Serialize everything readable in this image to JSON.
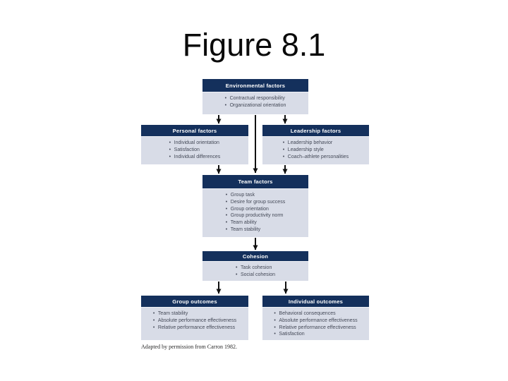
{
  "slide": {
    "title": "Figure 8.1",
    "caption": "Adapted by permission from Carron 1982."
  },
  "diagram": {
    "bullet_glyph": "•",
    "colors": {
      "header_bg": "#14305c",
      "body_bg": "#d8dce7",
      "header_text": "#ffffff",
      "body_text": "#454a58",
      "arrow": "#111111"
    },
    "boxes": {
      "environmental": {
        "title": "Environmental factors",
        "items": [
          "Contractual responsibility",
          "Organizational orientation"
        ]
      },
      "personal": {
        "title": "Personal factors",
        "items": [
          "Individual orientation",
          "Satisfaction",
          "Individual differences"
        ]
      },
      "leadership": {
        "title": "Leadership factors",
        "items": [
          "Leadership behavior",
          "Leadership style",
          "Coach–athlete personalities"
        ]
      },
      "team": {
        "title": "Team factors",
        "items": [
          "Group task",
          "Desire for group success",
          "Group orientation",
          "Group productivity norm",
          "Team ability",
          "Team stability"
        ]
      },
      "cohesion": {
        "title": "Cohesion",
        "items": [
          "Task cohesion",
          "Social cohesion"
        ]
      },
      "group_outcomes": {
        "title": "Group outcomes",
        "items": [
          "Team stability",
          "Absolute performance effectiveness",
          "Relative performance effectiveness"
        ]
      },
      "individual_outcomes": {
        "title": "Individual outcomes",
        "items": [
          "Behavioral consequences",
          "Absolute performance effectiveness",
          "Relative performance effectiveness",
          "Satisfaction"
        ]
      }
    }
  }
}
